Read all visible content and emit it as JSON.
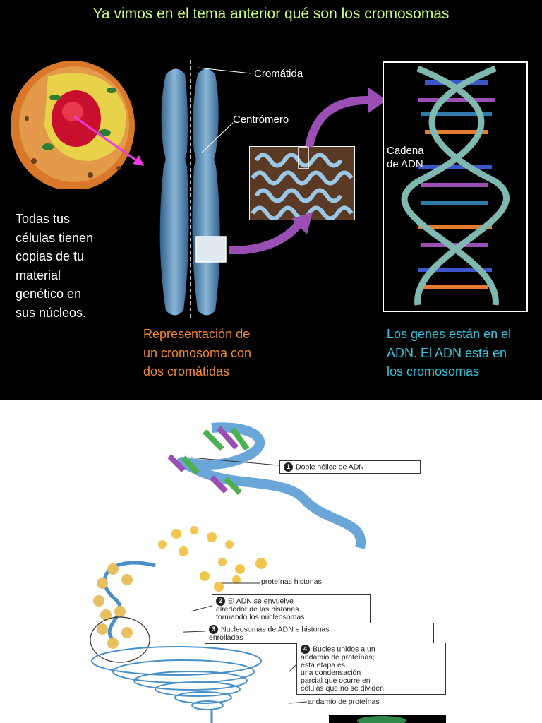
{
  "top": {
    "title": "Ya vimos en el tema anterior qué son los cromosomas",
    "cell_caption": [
      "Todas tus",
      "células tienen",
      "copias de tu",
      "material",
      "genético en",
      "sus núcleos."
    ],
    "label_cromatida": "Cromátida",
    "label_centromero": "Centrómero",
    "label_cadena": [
      "Cadena",
      "de ADN"
    ],
    "chromosome_caption": [
      "Representación de",
      "un cromosoma con",
      "dos cromátidas"
    ],
    "genes_caption": [
      "Los genes están en el",
      "ADN. El ADN está en",
      "los cromosomas"
    ],
    "colors": {
      "title": "#c8ff6e",
      "chromosome_caption": "#f08a2c",
      "genes_caption": "#2fc8e0",
      "arrow": "#9b4fb5",
      "cell_arrow": "#e83ce0"
    }
  },
  "bottom": {
    "callout_1": {
      "num": "1",
      "text": [
        "Doble hélice de ADN"
      ]
    },
    "label_histonas": "proteínas histonas",
    "callout_2": {
      "num": "2",
      "text": [
        "El ADN se envuelve",
        "alrededor de las histonas",
        "formando los nucleosomas"
      ]
    },
    "callout_3": {
      "num": "3",
      "text": [
        "Nucleosomas de ADN e histonas",
        "enrolladas"
      ]
    },
    "callout_4": {
      "num": "4",
      "text": [
        "Bucles unidos a un",
        "andamio de proteínas;",
        "esta etapa es",
        "una condensación",
        "parcial que ocurre en",
        "células que no se dividen"
      ]
    },
    "label_andamio": "andamio de proteínas"
  }
}
